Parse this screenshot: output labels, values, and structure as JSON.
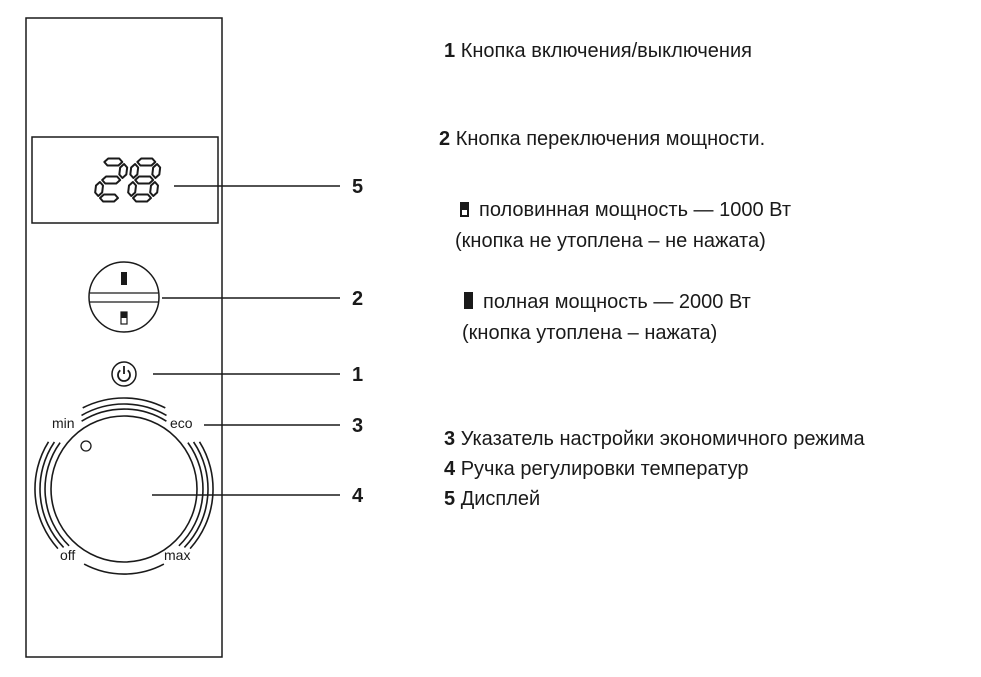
{
  "display": {
    "value": "28"
  },
  "dial": {
    "labels": {
      "min": "min",
      "eco": "eco",
      "off": "off",
      "max": "max"
    }
  },
  "callouts": [
    "5",
    "2",
    "1",
    "3",
    "4"
  ],
  "legend": {
    "item1": {
      "num": "1",
      "text": "Кнопка включения/выключения"
    },
    "item2": {
      "num": "2",
      "text": "Кнопка переключения мощности."
    },
    "half_power": {
      "line1": "половинная мощность — 1000 Вт",
      "line2": "(кнопка не утоплена – не нажата)"
    },
    "full_power": {
      "line1": "полная мощность — 2000 Вт",
      "line2": "(кнопка утоплена – нажата)"
    },
    "item3": {
      "num": "3",
      "text": "Указатель настройки экономичного режима"
    },
    "item4": {
      "num": "4",
      "text": "Ручка регулировки температур"
    },
    "item5": {
      "num": "5",
      "text": "Дисплей"
    }
  }
}
